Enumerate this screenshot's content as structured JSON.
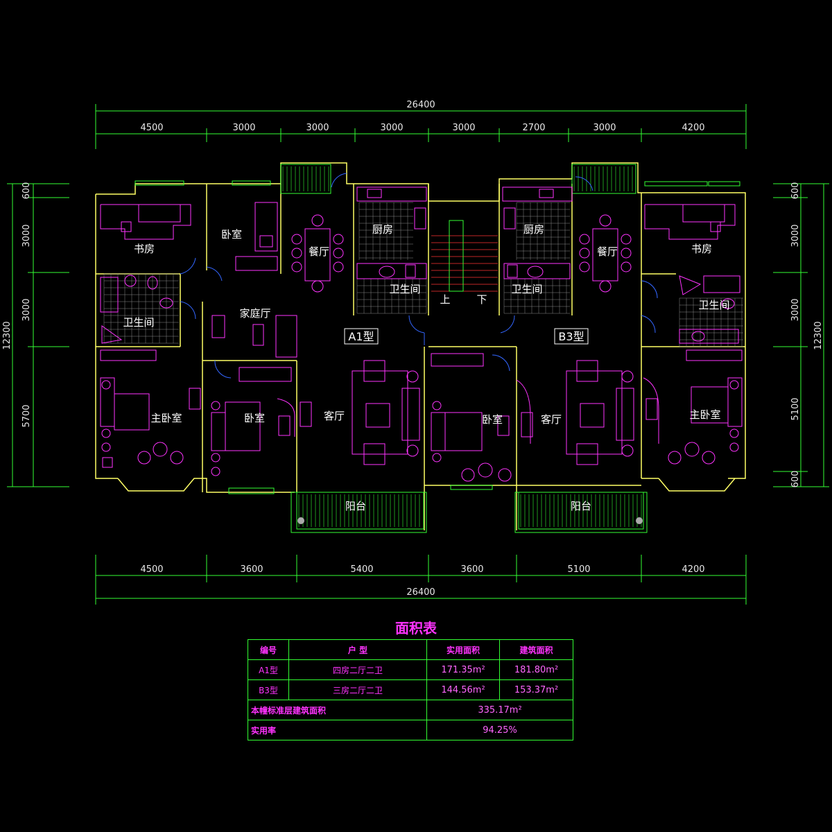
{
  "dims": {
    "top_total": "26400",
    "top_segments": [
      "4500",
      "3000",
      "3000",
      "3000",
      "3000",
      "2700",
      "3000",
      "4200"
    ],
    "bottom_segments": [
      "4500",
      "3600",
      "5400",
      "3600",
      "5100",
      "4200"
    ],
    "bottom_total": "26400",
    "left_total": "12300",
    "left_segments": [
      "600",
      "3000",
      "3000",
      "5700"
    ],
    "right_total": "12300",
    "right_segments": [
      "600",
      "3000",
      "3000",
      "5100",
      "600"
    ]
  },
  "rooms": {
    "study_left": "书房",
    "bedroom_top": "卧室",
    "dining_a": "餐厅",
    "kitchen_a": "厨房",
    "bath_a": "卫生间",
    "bath_left": "卫生间",
    "family_hall": "家庭厅",
    "stairs_up": "上",
    "stairs_down": "下",
    "kitchen_b": "厨房",
    "bath_b": "卫生间",
    "dining_b": "餐厅",
    "study_right": "书房",
    "bath_right": "卫生间",
    "master_left": "主卧室",
    "bedroom_a": "卧室",
    "living_a": "客厅",
    "bedroom_b": "卧室",
    "living_b": "客厅",
    "master_right": "主卧室",
    "balcony_a": "阳台",
    "balcony_b": "阳台"
  },
  "tags": {
    "a1": "A1型",
    "b3": "B3型"
  },
  "area_table": {
    "title": "面积表",
    "headers": [
      "编号",
      "户     型",
      "实用面积",
      "建筑面积"
    ],
    "rows": [
      {
        "code": "A1型",
        "type": "四房二厅二卫",
        "usable": "171.35m²",
        "built": "181.80m²"
      },
      {
        "code": "B3型",
        "type": "三房二厅二卫",
        "usable": "144.56m²",
        "built": "153.37m²"
      }
    ],
    "floor_label": "本幢标准层建筑面积",
    "floor_value": "335.17m²",
    "ratio_label": "实用率",
    "ratio_value": "94.25%"
  },
  "colors": {
    "background": "#000000",
    "dimension": "#33ff33",
    "wall": "#ffff66",
    "furniture": "#ff33ff",
    "door": "#3366ff",
    "text": "#ffffff",
    "table_border": "#33ff33",
    "table_text": "#ff33ff"
  }
}
